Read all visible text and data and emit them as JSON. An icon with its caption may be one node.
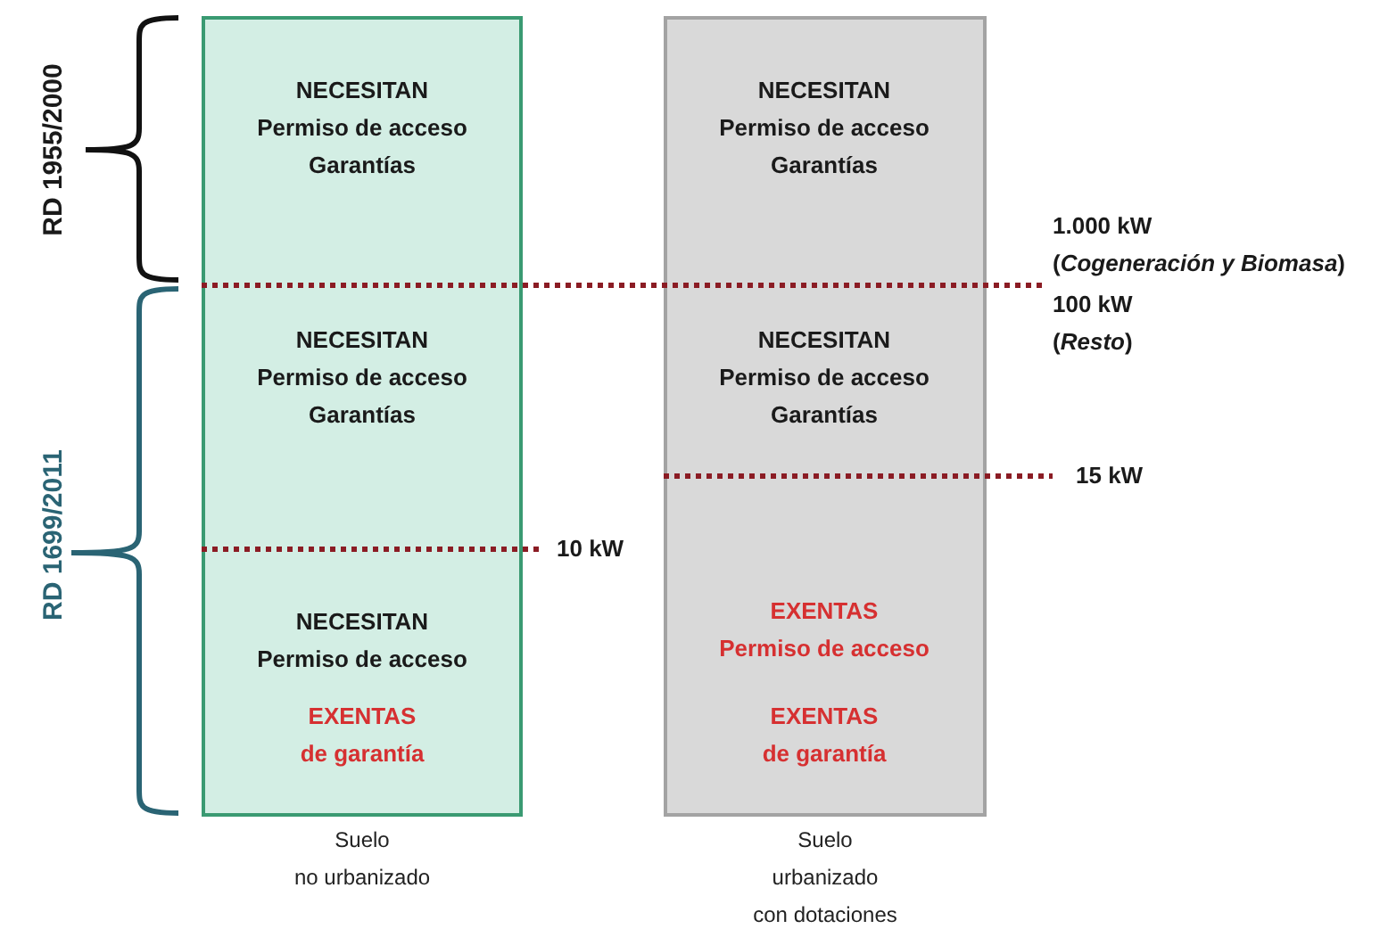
{
  "diagram": {
    "nodes": [
      {
        "text": [
          "Suelo no urbanizado"
        ]
      },
      {
        "text": [
          "Suelo urbanizado con dotaciones"
        ]
      }
    ],
    "labels": [
      "RD 1955/2000",
      "NECESITAN Permiso de acceso Garantías",
      "NECESITAN Permiso de acceso Garantías",
      "1.000 kW",
      "(*Cogeneración y Biomasa*)",
      "100 kW",
      "(*Resto*)",
      "RD 1699/2011",
      "NECESITAN Permiso de acceso Garantías",
      "NECESITAN Permiso de acceso Garantías",
      "15 kW",
      "10 kW",
      "NECESITAN Permiso de acceso",
      "EXENTAS de garantía",
      "EXENTAS Permiso de acceso",
      "EXENTAS de garantía"
    ]
  }
}
